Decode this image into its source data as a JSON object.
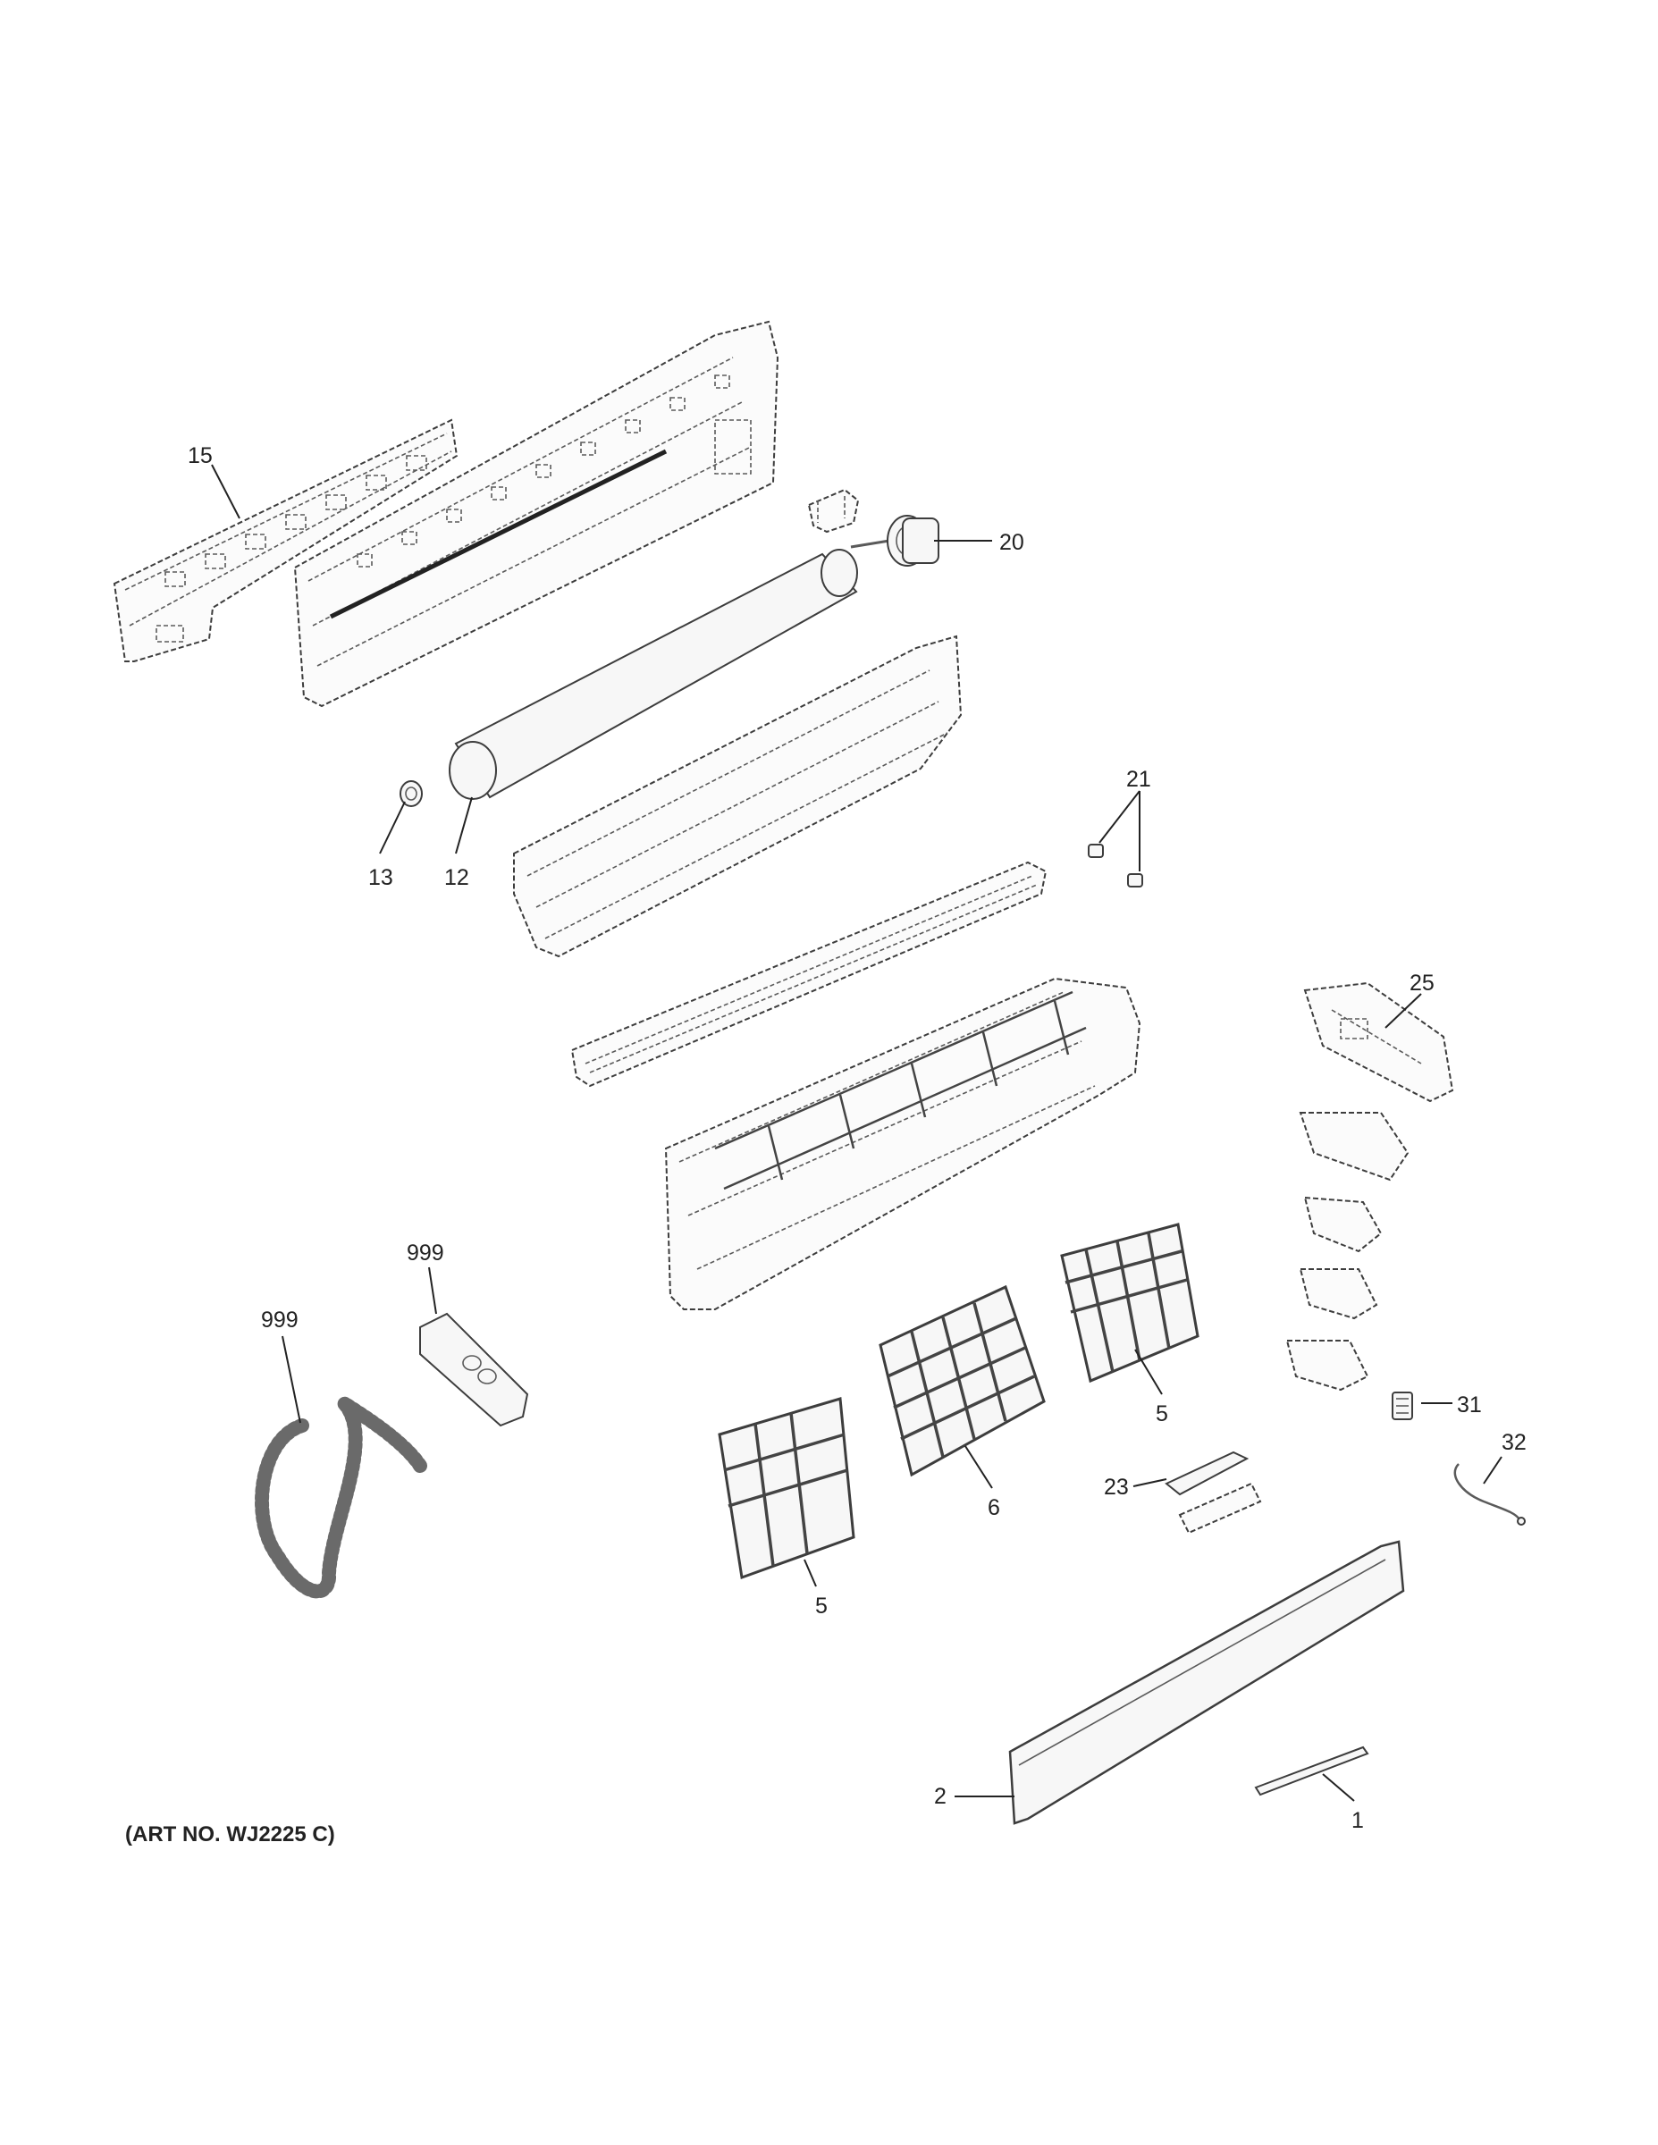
{
  "art_number": "(ART NO. WJ2225 C)",
  "callouts": {
    "c15": "15",
    "c20": "20",
    "c13": "13",
    "c12": "12",
    "c21": "21",
    "c25": "25",
    "c999_remote": "999",
    "c999_hose": "999",
    "c5_right": "5",
    "c6": "6",
    "c5_left": "5",
    "c31": "31",
    "c32": "32",
    "c23": "23",
    "c2": "2",
    "c1": "1"
  }
}
